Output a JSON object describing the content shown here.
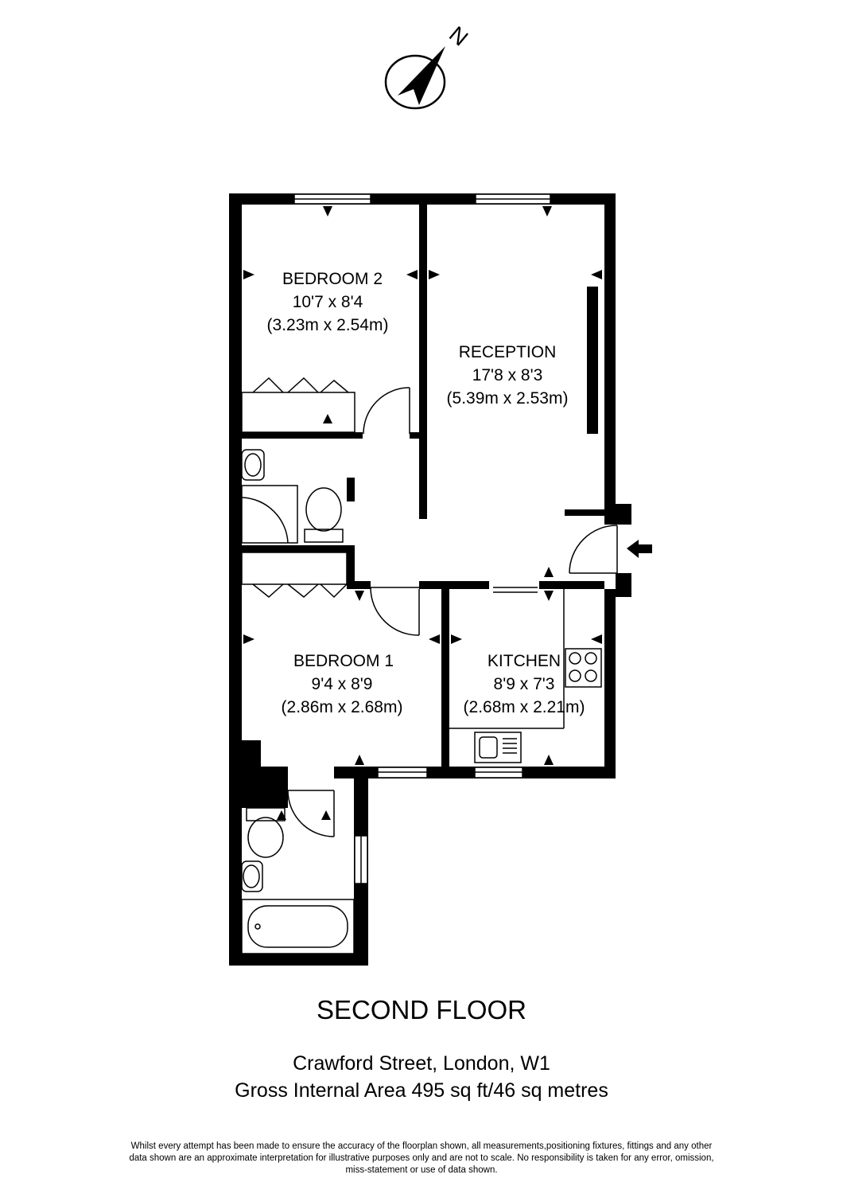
{
  "compass": {
    "label": "N",
    "icon": "north-arrow-icon"
  },
  "rooms": [
    {
      "id": "bedroom-2",
      "name": "BEDROOM 2",
      "imperial": "10'7 x 8'4",
      "metric": "(3.23m x 2.54m)"
    },
    {
      "id": "reception",
      "name": "RECEPTION",
      "imperial": "17'8 x 8'3",
      "metric": "(5.39m x 2.53m)"
    },
    {
      "id": "bedroom-1",
      "name": "BEDROOM 1",
      "imperial": "9'4 x 8'9",
      "metric": "(2.86m x 2.68m)"
    },
    {
      "id": "kitchen",
      "name": "KITCHEN",
      "imperial": "8'9 x 7'3",
      "metric": "(2.68m x 2.21m)"
    }
  ],
  "floor_title": "SECOND FLOOR",
  "address": "Crawford Street, London, W1",
  "area": "Gross Internal Area 495 sq ft/46 sq metres",
  "disclaimer": "Whilst every attempt has been made to ensure the accuracy of the floorplan shown, all measurements,positioning fixtures, fittings and any other data shown are an approximate interpretation for illustrative purposes only and are not to scale. No responsibility is taken for any error, omission, miss-statement or use of data shown.",
  "colors": {
    "wall": "#000000",
    "background": "#ffffff"
  }
}
